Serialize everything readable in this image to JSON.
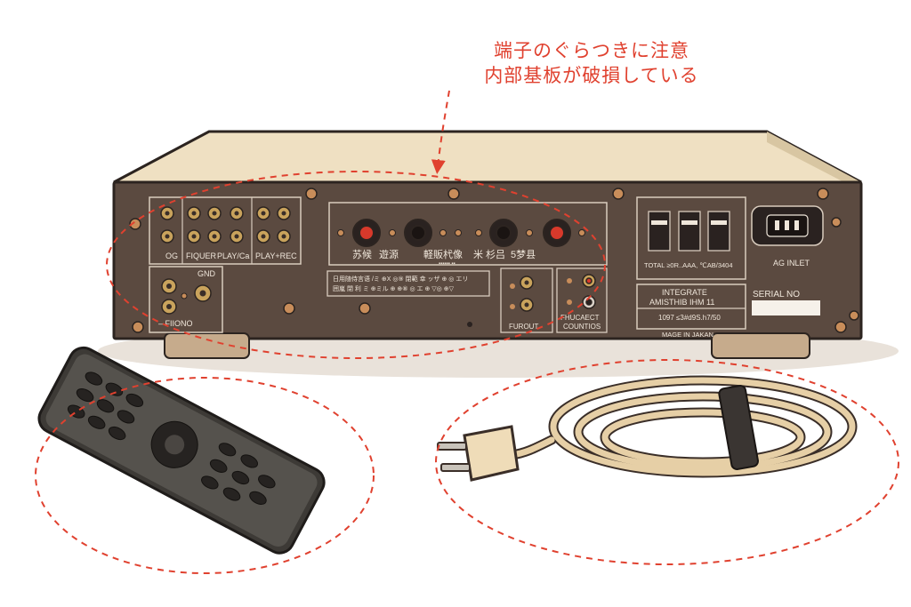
{
  "annotation": {
    "line1": "端子のぐらつきに注意",
    "line2": "内部基板が破損している",
    "color": "#e0412f"
  },
  "amplifier": {
    "body_color": "#5b4a40",
    "top_color": "#efe0c2",
    "left_panel": {
      "label_og": "OG",
      "label_fiquer": "FIQUER",
      "label_playa": "PLAY/Ca",
      "label_playrec": "PLAY+REC",
      "label_gnd": "GND",
      "label_phono": "– FIIONO"
    },
    "center_panel": {
      "speaker_label_1": "苏候",
      "speaker_label_2": "遊源",
      "speaker_label_3": "軽販杙像",
      "speaker_label_4": "米",
      "speaker_label_5": "杉吕",
      "speaker_label_6": "5梦县",
      "sub_line": "▪▪▪▪▪▪ ▪▪",
      "warning_line1": "日用随侍言语 /ミ ⊕X ◎⑨ 閉範 幸 ッザ ⊕ ◎ エリ",
      "warning_line2": "囲嵐 閉 利 ミ ⊕ミル ⊕ ⊕⑧ ◎ エ ⊕ ▽◎ ⊕▽"
    },
    "small_panels": {
      "purout": "FUROUT",
      "fhucaect": "FHUCAECT",
      "countios": "COUNTIOS"
    },
    "right_panel": {
      "fuse_label": "TOTAL  ≥0R..AAA,  ℃AB/3404",
      "ac_inlet": "AG INLET",
      "model_line1": "INTEGRATE",
      "model_line2": "AMISTHIB  IHM 11",
      "serial_label": "SERIAL NO",
      "spec_line": "1097 ≤3#d9S.h7/50",
      "made_in": "MAGE IN JAKAN"
    }
  },
  "accessories": {
    "remote": "remote-control",
    "cord": "power-cord"
  }
}
